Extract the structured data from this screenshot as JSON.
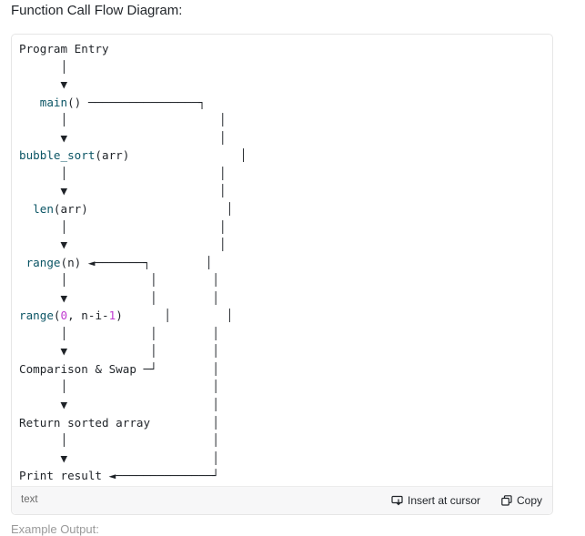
{
  "heading": "Function Call Flow Diagram:",
  "code_lines": [
    [
      {
        "t": "Program Entry",
        "c": "sym"
      }
    ],
    [
      {
        "t": "      │",
        "c": "sym"
      }
    ],
    [
      {
        "t": "      ▼",
        "c": "sym"
      }
    ],
    [
      {
        "t": "   ",
        "c": "sym"
      },
      {
        "t": "main",
        "c": "fn"
      },
      {
        "t": "() ────────────────┐",
        "c": "sym"
      }
    ],
    [
      {
        "t": "      │                      │",
        "c": "sym"
      }
    ],
    [
      {
        "t": "      ▼                      │",
        "c": "sym"
      }
    ],
    [
      {
        "t": "bubble_sort",
        "c": "fn"
      },
      {
        "t": "(arr)",
        "c": "sym"
      },
      {
        "t": "                │",
        "c": "sym"
      }
    ],
    [
      {
        "t": "      │                      │",
        "c": "sym"
      }
    ],
    [
      {
        "t": "      ▼                      │",
        "c": "sym"
      }
    ],
    [
      {
        "t": "  ",
        "c": "sym"
      },
      {
        "t": "len",
        "c": "fn"
      },
      {
        "t": "(arr)                    │",
        "c": "sym"
      }
    ],
    [
      {
        "t": "      │                      │",
        "c": "sym"
      }
    ],
    [
      {
        "t": "      ▼                      │",
        "c": "sym"
      }
    ],
    [
      {
        "t": " ",
        "c": "sym"
      },
      {
        "t": "range",
        "c": "fn"
      },
      {
        "t": "(n) ◄───────┐        │",
        "c": "sym"
      }
    ],
    [
      {
        "t": "      │            │        │",
        "c": "sym"
      }
    ],
    [
      {
        "t": "      ▼            │        │",
        "c": "sym"
      }
    ],
    [
      {
        "t": "range",
        "c": "fn"
      },
      {
        "t": "(",
        "c": "sym"
      },
      {
        "t": "0",
        "c": "num"
      },
      {
        "t": ", n-i-",
        "c": "sym"
      },
      {
        "t": "1",
        "c": "num"
      },
      {
        "t": ")      │        │",
        "c": "sym"
      }
    ],
    [
      {
        "t": "      │            │        │",
        "c": "sym"
      }
    ],
    [
      {
        "t": "      ▼            │        │",
        "c": "sym"
      }
    ],
    [
      {
        "t": "Comparison & Swap ─┘        │",
        "c": "sym"
      }
    ],
    [
      {
        "t": "      │                     │",
        "c": "sym"
      }
    ],
    [
      {
        "t": "      ▼                     │",
        "c": "sym"
      }
    ],
    [
      {
        "t": "Return sorted array         │",
        "c": "sym"
      }
    ],
    [
      {
        "t": "      │                     │",
        "c": "sym"
      }
    ],
    [
      {
        "t": "      ▼                     │",
        "c": "sym"
      }
    ],
    [
      {
        "t": "Print result ◄──────────────┘",
        "c": "sym"
      }
    ]
  ],
  "footer": {
    "language": "text",
    "insert_label": "Insert at cursor",
    "copy_label": "Copy"
  },
  "next_heading": "Example Output:",
  "colors": {
    "function_name": "#0b5565",
    "number_literal": "#c03ad0",
    "text": "#1f2328",
    "footer_bg": "#f7f7f8"
  }
}
